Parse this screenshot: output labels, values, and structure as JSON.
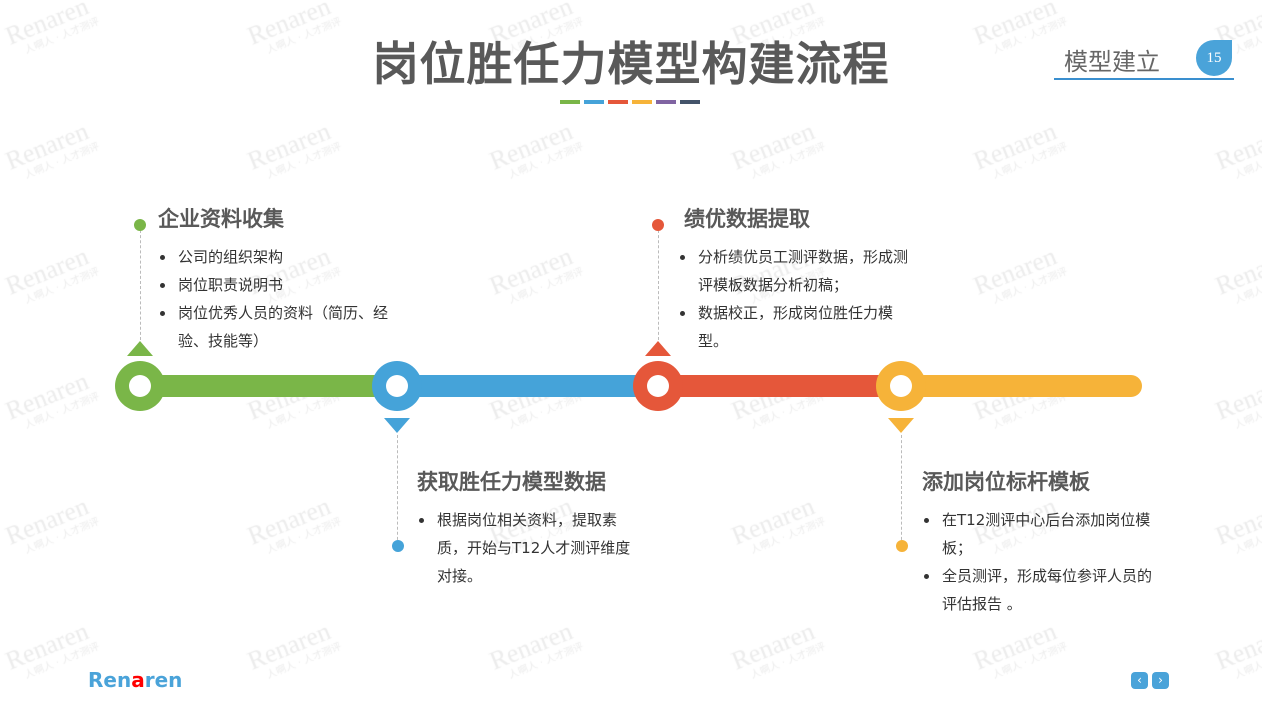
{
  "title": "岗位胜任力模型构建流程",
  "section": {
    "label": "模型建立",
    "page": "15"
  },
  "watermark": {
    "text": "Renaren",
    "sub": "人啊人 · 人才测评"
  },
  "colors": {
    "green": "#7ab648",
    "blue": "#45a3d9",
    "red": "#e5573a",
    "yellow": "#f6b339"
  },
  "steps": [
    {
      "heading": "企业资料收集",
      "bullets": [
        "公司的组织架构",
        "岗位职责说明书",
        "岗位优秀人员的资料（简历、经验、技能等）"
      ]
    },
    {
      "heading": "获取胜任力模型数据",
      "bullets": [
        "根据岗位相关资料，提取素质，开始与T12人才测评维度对接。"
      ]
    },
    {
      "heading": "绩优数据提取",
      "bullets": [
        "分析绩优员工测评数据，形成测评模板数据分析初稿；",
        "数据校正，形成岗位胜任力模型。"
      ]
    },
    {
      "heading": "添加岗位标杆模板",
      "bullets": [
        "在T12测评中心后台添加岗位模板；",
        "全员测评，形成每位参评人员的评估报告 。"
      ]
    }
  ],
  "footer": {
    "logo_pre": "Ren",
    "logo_a": "a",
    "logo_post": "ren",
    "prev": "‹",
    "next": "›"
  }
}
